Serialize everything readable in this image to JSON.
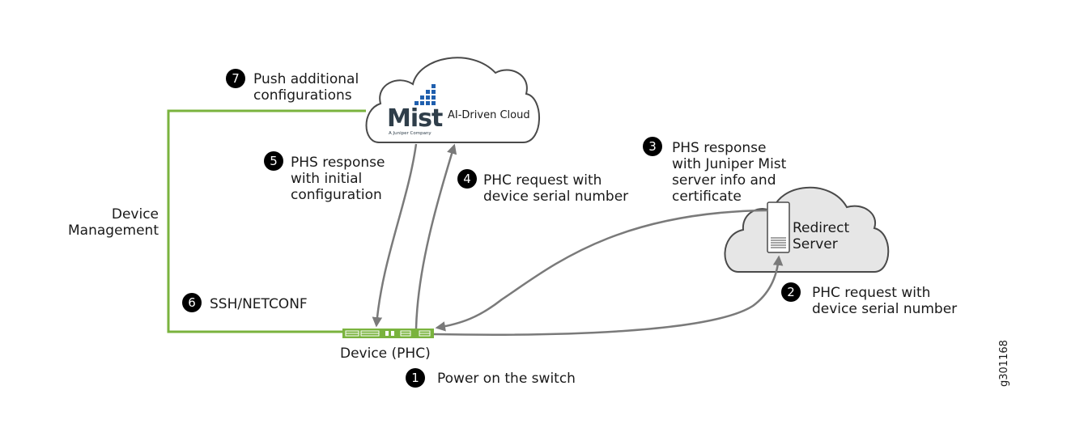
{
  "colors": {
    "management_line": "#7ab33e",
    "arrow": "#7a7a7a",
    "cloud_stroke": "#4a4a4a",
    "redirect_cloud_fill": "#e6e6e6",
    "device_fill": "#7ab33e",
    "badge_fill": "#000000",
    "mist_blue": "#1f5fae"
  },
  "mist_cloud": {
    "logo_word": "Mist",
    "logo_subtitle": "A Juniper Company",
    "title": "AI-Driven Cloud",
    "icon": "mist-logo-icon"
  },
  "redirect_cloud": {
    "line1": "Redirect",
    "line2": "Server",
    "icon": "server-icon"
  },
  "device": {
    "label": "Device (PHC)",
    "icon": "switch-icon"
  },
  "management": {
    "line1": "Device",
    "line2": "Management"
  },
  "steps": [
    {
      "num": "1",
      "lines": [
        "Power on the switch"
      ]
    },
    {
      "num": "2",
      "lines": [
        "PHC request with",
        "device serial number"
      ]
    },
    {
      "num": "3",
      "lines": [
        "PHS response",
        "with Juniper Mist",
        "server info and",
        "certificate"
      ]
    },
    {
      "num": "4",
      "lines": [
        "PHC request with",
        "device serial number"
      ]
    },
    {
      "num": "5",
      "lines": [
        "PHS response",
        "with initial",
        "configuration"
      ]
    },
    {
      "num": "6",
      "lines": [
        "SSH/NETCONF"
      ]
    },
    {
      "num": "7",
      "lines": [
        "Push additional",
        "configurations"
      ]
    }
  ],
  "figure_id": "g301168"
}
